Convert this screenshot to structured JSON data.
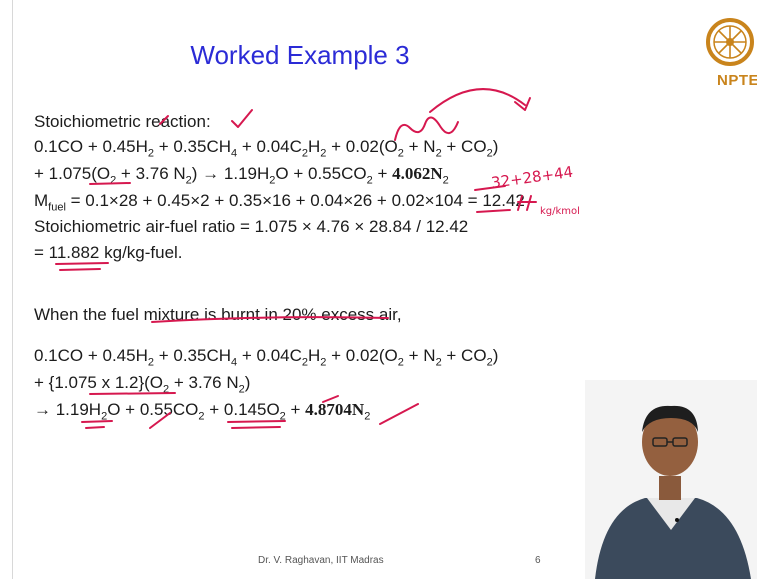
{
  "slide": {
    "title": "Worked Example 3",
    "logo_text": "NPTE",
    "stoich_label": "Stoichiometric reaction:",
    "eq1_line1": {
      "t1": "0.1CO + 0.45H",
      "s1": "2",
      "t2": " + 0.35CH",
      "s2": "4",
      "t3": " + 0.04C",
      "s3": "2",
      "t4": "H",
      "s4": "2",
      "t5": " + 0.02(O",
      "s5": "2",
      "t6": " + N",
      "s6": "2",
      "t7": " + CO",
      "s7": "2",
      "t8": ")"
    },
    "eq1_line2": {
      "t1": "+ 1.075(O",
      "s1": "2",
      "t2": " + 3.76 N",
      "s2": "2",
      "t3": ") → 1.19H",
      "s3": "2",
      "t4": "O + 0.55CO",
      "s4": "2",
      "t5": " + ",
      "b5": "4.062N",
      "s5": "2"
    },
    "mfuel": {
      "m": "M",
      "sub": "fuel",
      "rest": " = 0.1×28 + 0.45×2 + 0.35×16 + 0.04×26 + 0.02×104 = 12.42"
    },
    "afr_line1": "Stoichiometric air-fuel ratio = 1.075 × 4.76 × 28.84 / 12.42",
    "afr_line2": "= 11.882 kg/kg-fuel.",
    "excess_label": "When the fuel mixture is burnt in 20% excess air,",
    "eq2_line1": {
      "t1": "0.1CO + 0.45H",
      "s1": "2",
      "t2": " + 0.35CH",
      "s2": "4",
      "t3": " + 0.04C",
      "s3": "2",
      "t4": "H",
      "s4": "2",
      "t5": " + 0.02(O",
      "s5": "2",
      "t6": " + N",
      "s6": "2",
      "t7": " + CO",
      "s7": "2",
      "t8": ")"
    },
    "eq2_line2": {
      "t1": "+ {1.075 x 1.2}(O",
      "s1": "2",
      "t2": " + 3.76 N",
      "s2": "2",
      "t3": ")"
    },
    "eq2_line3": {
      "t1": "→ 1.19H",
      "s1": "2",
      "t2": "O + 0.55CO",
      "s2": "2",
      "t3": " + 0.145O",
      "s3": "2",
      "t4": " + ",
      "b4": "4.8704N",
      "s4": "2"
    },
    "footer_author": "Dr. V. Raghavan, IIT Madras",
    "footer_page": "6"
  },
  "annotations": {
    "sum_note": "32+28+44",
    "unit_note": "kg/kmol"
  },
  "colors": {
    "title": "#2b2bd6",
    "ink": "#d6184f",
    "logo": "#c9841c"
  }
}
